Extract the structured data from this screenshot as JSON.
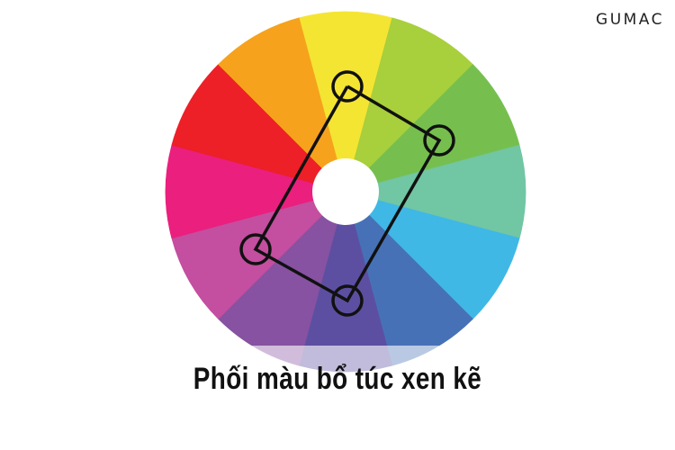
{
  "brand": "GUMAC",
  "caption": "Phối màu bổ túc xen kẽ",
  "wheel": {
    "segments": [
      {
        "name": "yellow",
        "color": "#f4e533"
      },
      {
        "name": "yellow-green",
        "color": "#a8cf3c"
      },
      {
        "name": "green",
        "color": "#76bf4f"
      },
      {
        "name": "teal",
        "color": "#71c6a4"
      },
      {
        "name": "sky-blue",
        "color": "#3fb8e6"
      },
      {
        "name": "blue",
        "color": "#4771b6"
      },
      {
        "name": "indigo",
        "color": "#5c4fa1"
      },
      {
        "name": "purple",
        "color": "#8652a1"
      },
      {
        "name": "magenta-purple",
        "color": "#c44e9f"
      },
      {
        "name": "magenta",
        "color": "#ea1f7e"
      },
      {
        "name": "red",
        "color": "#ed1f27"
      },
      {
        "name": "orange",
        "color": "#f6a21d"
      }
    ],
    "highlighted_colors": [
      "yellow",
      "green",
      "indigo",
      "magenta-purple"
    ]
  }
}
